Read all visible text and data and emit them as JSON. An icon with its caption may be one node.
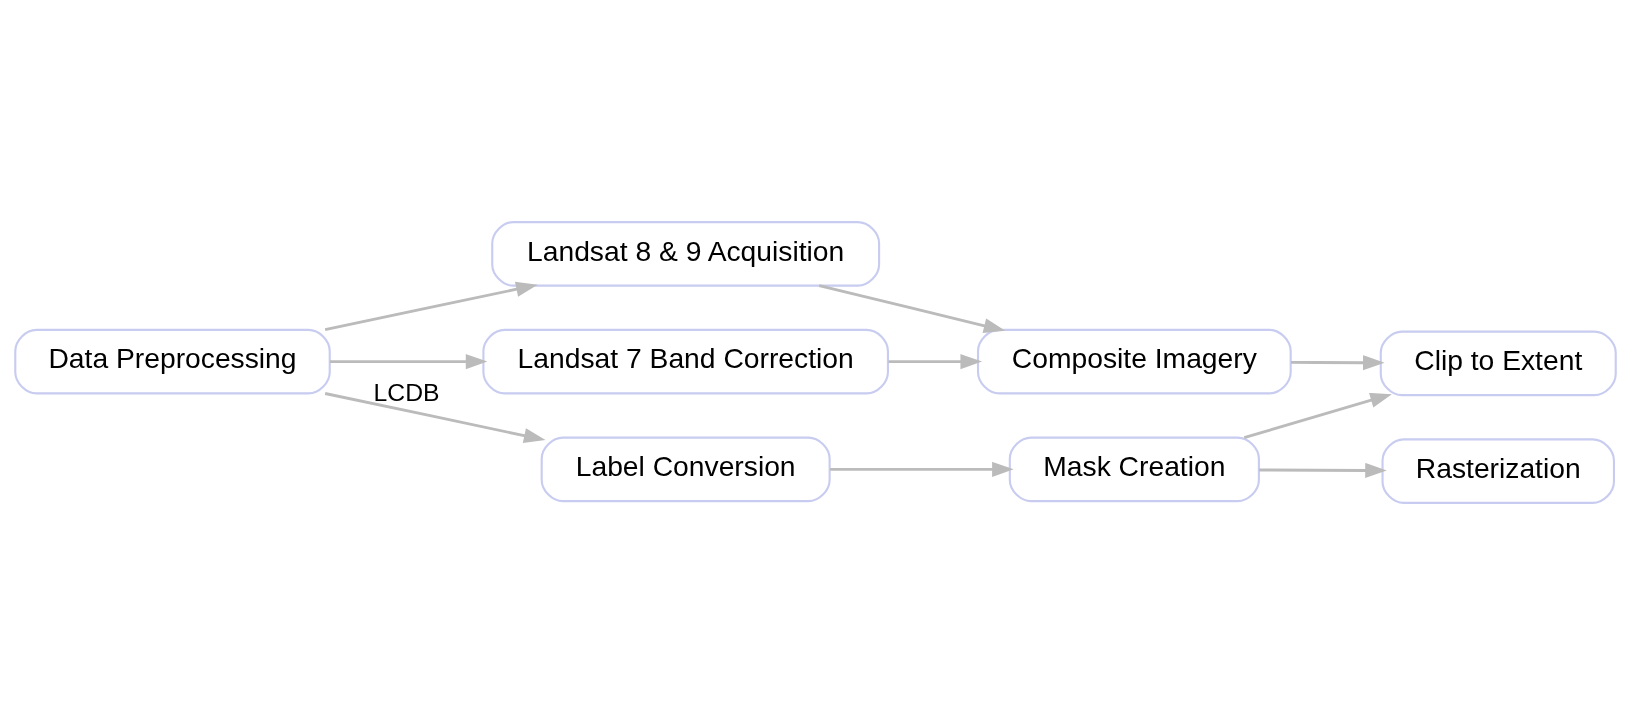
{
  "diagram": {
    "nodes": [
      {
        "text": [
          "Data Preprocessing"
        ]
      },
      {
        "text": [
          "Landsat 8 & 9 Acquisition"
        ]
      },
      {
        "text": [
          "Landsat 7 Band Correction"
        ]
      },
      {
        "text": [
          "Composite Imagery"
        ]
      },
      {
        "text": [
          "Label Conversion"
        ]
      },
      {
        "text": [
          "Mask Creation"
        ]
      },
      {
        "text": [
          "Rasterization"
        ]
      },
      {
        "text": [
          "Clip to Extent"
        ]
      }
    ],
    "edges": [
      {
        "from": 0,
        "to": 1,
        "arrow": "to"
      },
      {
        "from": 0,
        "to": 2,
        "arrow": "to"
      },
      {
        "from": 1,
        "to": 3,
        "arrow": "to"
      },
      {
        "from": 2,
        "to": 3,
        "arrow": "to"
      },
      {
        "from": 3,
        "to": 7,
        "arrow": "to"
      },
      {
        "from": 0,
        "to": 4,
        "arrow": "to",
        "label": "LCDB"
      },
      {
        "from": 4,
        "to": 5,
        "arrow": "to"
      },
      {
        "from": 5,
        "to": 6,
        "arrow": "to"
      },
      {
        "from": 5,
        "to": 7,
        "arrow": "to"
      }
    ]
  }
}
